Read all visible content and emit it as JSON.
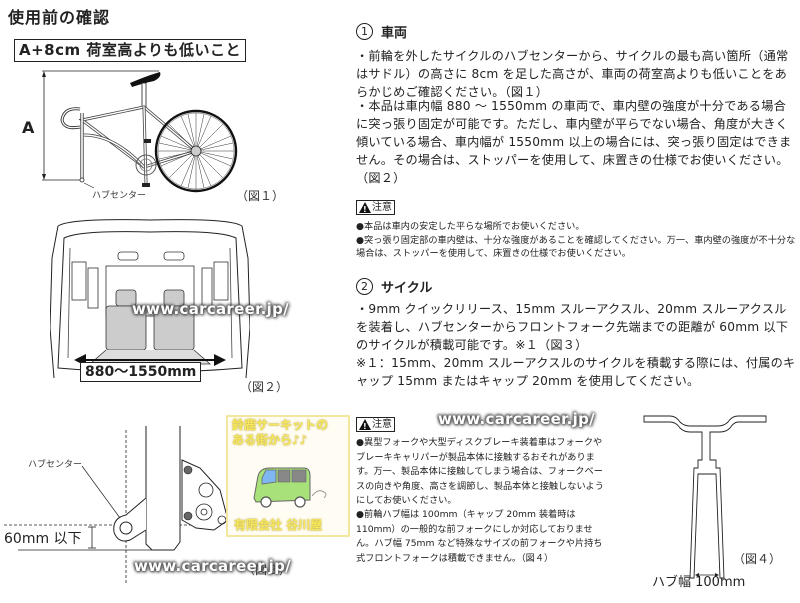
{
  "page": {
    "title": "使用前の確認"
  },
  "figure1": {
    "rule_box": "A+8cm 荷室高よりも低いこと",
    "height_label": "A",
    "hub_label": "ハブセンター",
    "caption": "（図１）"
  },
  "figure2": {
    "width_range": "880〜1550mm",
    "caption": "（図２）"
  },
  "figure3": {
    "hub_label": "ハブセンター",
    "distance_label": "60mm 以下",
    "caption": "（図３）"
  },
  "figure4": {
    "caption": "（図４）",
    "hub_width_label": "ハブ幅 100mm"
  },
  "ad_badge": {
    "line1": "鈴鹿サーキットの",
    "line2": "ある街から♪♪",
    "company": "有限会社 谷川屋",
    "colors": {
      "text": "#f6e85a",
      "border": "#f3e7a0",
      "van": "#a8e07a"
    }
  },
  "watermarks": [
    "www.carcareer.jp/",
    "www.carcareer.jp/",
    "www.carcareer.jp/"
  ],
  "section1": {
    "number": "1",
    "title": "車両",
    "paragraphs": [
      "・前輪を外したサイクルのハブセンターから、サイクルの最も高い箇所（通常はサドル）の高さに 8cm を足した高さが、車両の荷室高よりも低いことをあらかじめご確認ください。（図１）",
      "・本品は車内幅 880 〜 1550mm の車両で、車内壁の強度が十分である場合に突っ張り固定が可能です。ただし、車内壁が平らでない場合、角度が大きく傾いている場合、車内幅が 1550mm 以上の場合には、突っ張り固定はできません。その場合は、ストッパーを使用して、床置きの仕様でお使いください。（図２）"
    ],
    "caution_label": "注意",
    "cautions": [
      "●本品は車内の安定した平らな場所でお使いください。",
      "●突っ張り固定部の車内壁は、十分な強度があることを確認してください。万一、車内壁の強度が不十分な場合は、ストッパーを使用して、床置きの仕様でお使いください。"
    ]
  },
  "section2": {
    "number": "2",
    "title": "サイクル",
    "paragraphs": [
      "・9mm クイックリリース、15mm スルーアクスル、20mm スルーアクスルを装着し、ハブセンターからフロントフォーク先端までの距離が 60mm 以下のサイクルが積載可能です。※１（図３）",
      "※１：15mm、20mm スルーアクスルのサイクルを積載する際には、付属のキャップ 15mm またはキャップ 20mm を使用してください。"
    ],
    "caution_label": "注意",
    "cautions": [
      "●異型フォークや大型ディスクブレーキ装着車はフォークやブレーキキャリパーが製品本体に接触するおそれがあります。万一、製品本体に接触してしまう場合は、フォークベースの向きや角度、高さを調節し、製品本体と接触しないようにしてお使いください。",
      "●前輪ハブ幅は 100mm（キャップ 20mm 装着時は 110mm）の一般的な前フォークにしか対応しておりません。ハブ幅 75mm など特殊なサイズの前フォークや片持ち式フロントフォークは積載できません。（図４）"
    ]
  }
}
